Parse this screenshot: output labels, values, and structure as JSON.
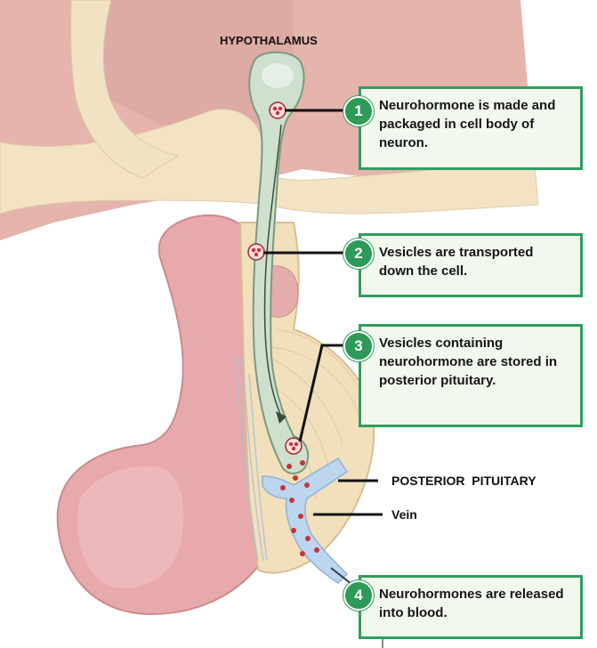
{
  "labels": {
    "hypothalamus": "HYPOTHALAMUS",
    "posterior_pituitary": "POSTERIOR  PITUITARY",
    "vein": "Vein"
  },
  "steps": [
    {
      "number": "1",
      "text": "Neurohormone is made and packaged in cell body of neuron."
    },
    {
      "number": "2",
      "text": "Vesicles are transported down the cell."
    },
    {
      "number": "3",
      "text": "Vesicles containing neurohormone are stored in posterior pituitary."
    },
    {
      "number": "4",
      "text": "Neurohormones are released into blood."
    }
  ],
  "colors": {
    "accent": "#2d9a58",
    "box_border": "#2f9e5e",
    "box_fill": "#f3f8ee",
    "tissue_pink": "#e9b8b2",
    "tissue_cream": "#f5e6c8",
    "neuron": "#c9dcc9",
    "vein": "#b8d4ef",
    "vesicle": "#c8323a"
  }
}
